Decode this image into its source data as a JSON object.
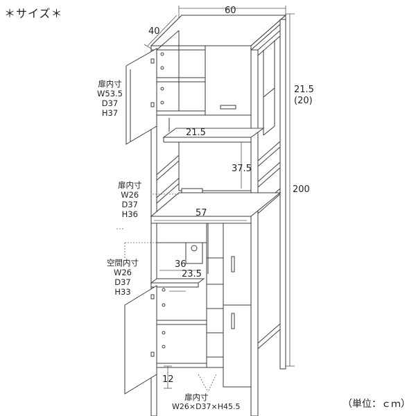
{
  "title": "＊サイズ＊",
  "unit_label": "（単位：ｃｍ）",
  "dimensions": {
    "width": "60",
    "depth": "40",
    "height": "200",
    "upper_gap_a": "21.5",
    "upper_gap_b": "(20)",
    "shelf_width": "21.5",
    "mid_height": "37.5",
    "mid_width": "57",
    "inner_depth": "36",
    "inner_width": "23.5",
    "leg_height": "12"
  },
  "specs": {
    "upper_door": [
      "扉内寸",
      "W53.5",
      "D37",
      "H37"
    ],
    "mid_space": [
      "扉内寸",
      "W26",
      "D37",
      "H36"
    ],
    "open_space": [
      "空間内寸",
      "W26",
      "D37",
      "H33"
    ],
    "bottom_door_title": "扉内寸",
    "bottom_door_size": "W26×D37×H45.5"
  }
}
